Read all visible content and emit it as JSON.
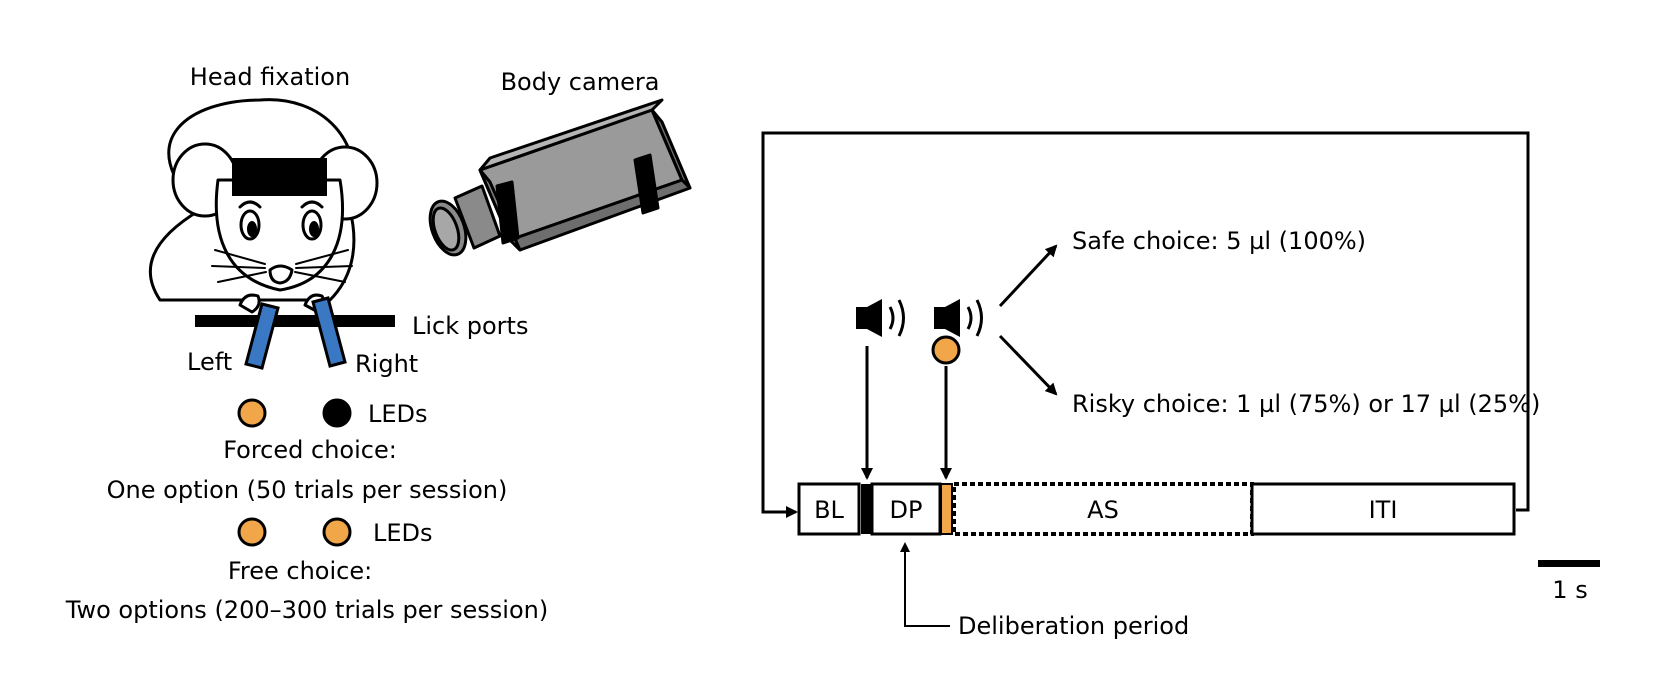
{
  "setup": {
    "head_fixation": "Head fixation",
    "body_camera": "Body camera",
    "lick_ports": "Lick ports",
    "left": "Left",
    "right": "Right",
    "forced": {
      "leds": "LEDs",
      "title": "Forced choice:",
      "desc": "One option (50 trials per session)"
    },
    "free": {
      "leds": "LEDs",
      "title": "Free choice:",
      "desc": "Two options (200–300 trials per session)"
    }
  },
  "trial": {
    "outcomes": {
      "safe": "Safe choice: 5 µl (100%)",
      "risky": "Risky choice: 1 µl (75%) or 17 µl (25%)"
    },
    "epochs": [
      "BL",
      "DP",
      "AS",
      "ITI"
    ],
    "deliberation": "Deliberation period",
    "scale_bar": "1 s"
  },
  "colors": {
    "led_on": "#f2a64a",
    "led_off": "#000000",
    "lick_port": "#3b78c4",
    "camera_body": "#8c8c8c",
    "camera_side": "#6e6e6e"
  }
}
